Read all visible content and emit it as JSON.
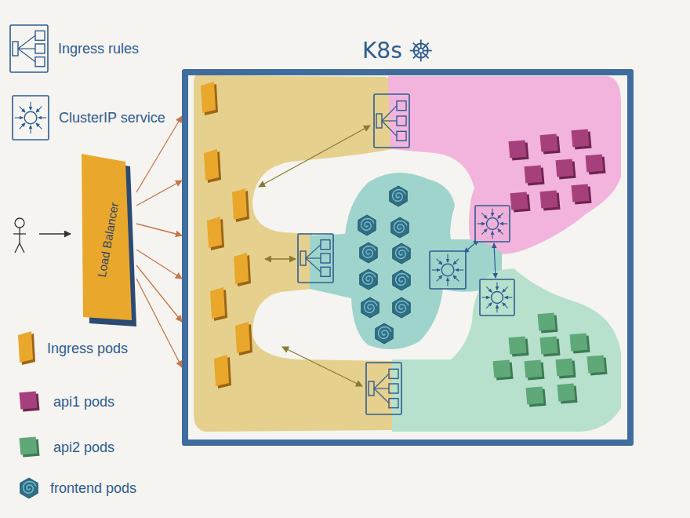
{
  "diagram": {
    "nodes": [
      {
        "text": [
          "K8s"
        ]
      },
      {
        "text": [
          "Load Balancer"
        ]
      }
    ],
    "edges": [
      {
        "from": 1,
        "to": 0,
        "arrow": "to"
      },
      {
        "from": 1,
        "to": 0,
        "arrow": "to"
      },
      {
        "from": 1,
        "to": 0,
        "arrow": "to"
      },
      {
        "from": 1,
        "to": 0,
        "arrow": "to"
      },
      {
        "from": 1,
        "to": 0,
        "arrow": "to"
      },
      {
        "from": 1,
        "to": 0,
        "arrow": "to"
      }
    ],
    "legend": [
      {
        "text": "Ingress rules"
      },
      {
        "text": "ClusterIP service"
      },
      {
        "text": "Ingress pods"
      },
      {
        "text": "api1 pods"
      },
      {
        "text": "api2 pods"
      },
      {
        "text": "frontend pods"
      }
    ]
  }
}
